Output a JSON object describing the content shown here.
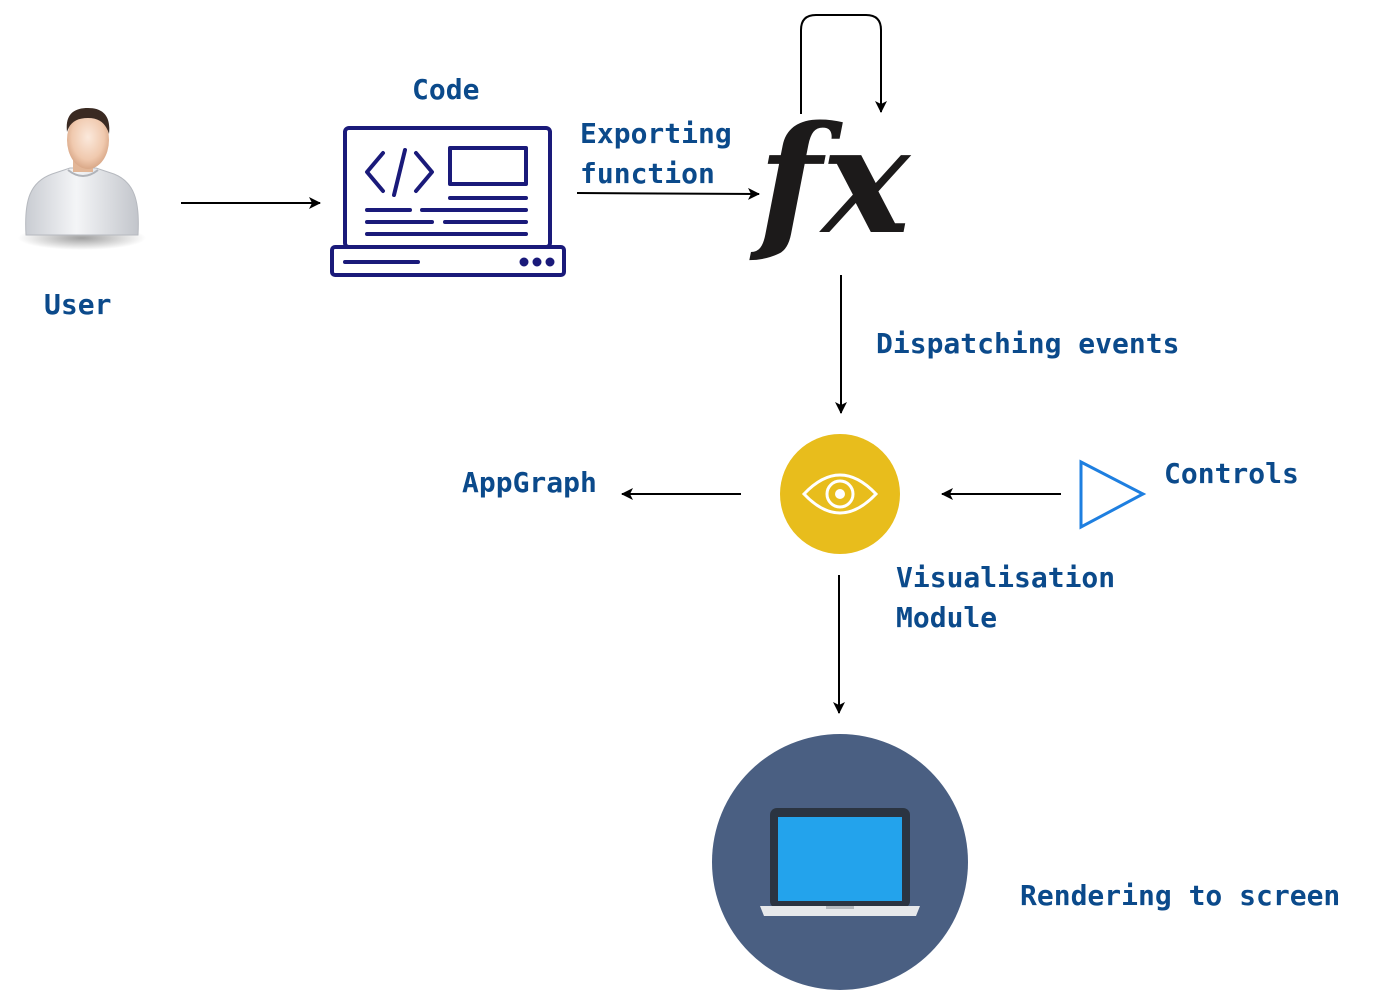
{
  "labels": {
    "code": "Code",
    "user": "User",
    "exporting_function": [
      "Exporting",
      "function"
    ],
    "dispatching_events": "Dispatching events",
    "appgraph": "AppGraph",
    "controls": "Controls",
    "visualisation_module": [
      "Visualisation",
      "Module"
    ],
    "rendering_to_screen": "Rendering to screen",
    "fx": "fx"
  },
  "colors": {
    "label_text": "#0b4a8b",
    "code_icon": "#1a1a7a",
    "controls_icon": "#1e7fe0",
    "eye_circle": "#e8bd1c",
    "screen_circle": "#4a5f82",
    "screen": "#23a3ec",
    "arrow": "#000000"
  },
  "icons": {
    "user": "user-avatar-icon",
    "code": "code-laptop-icon",
    "function": "fx-function-icon",
    "visualisation": "eye-icon",
    "controls": "play-triangle-icon",
    "render": "laptop-screen-icon"
  }
}
